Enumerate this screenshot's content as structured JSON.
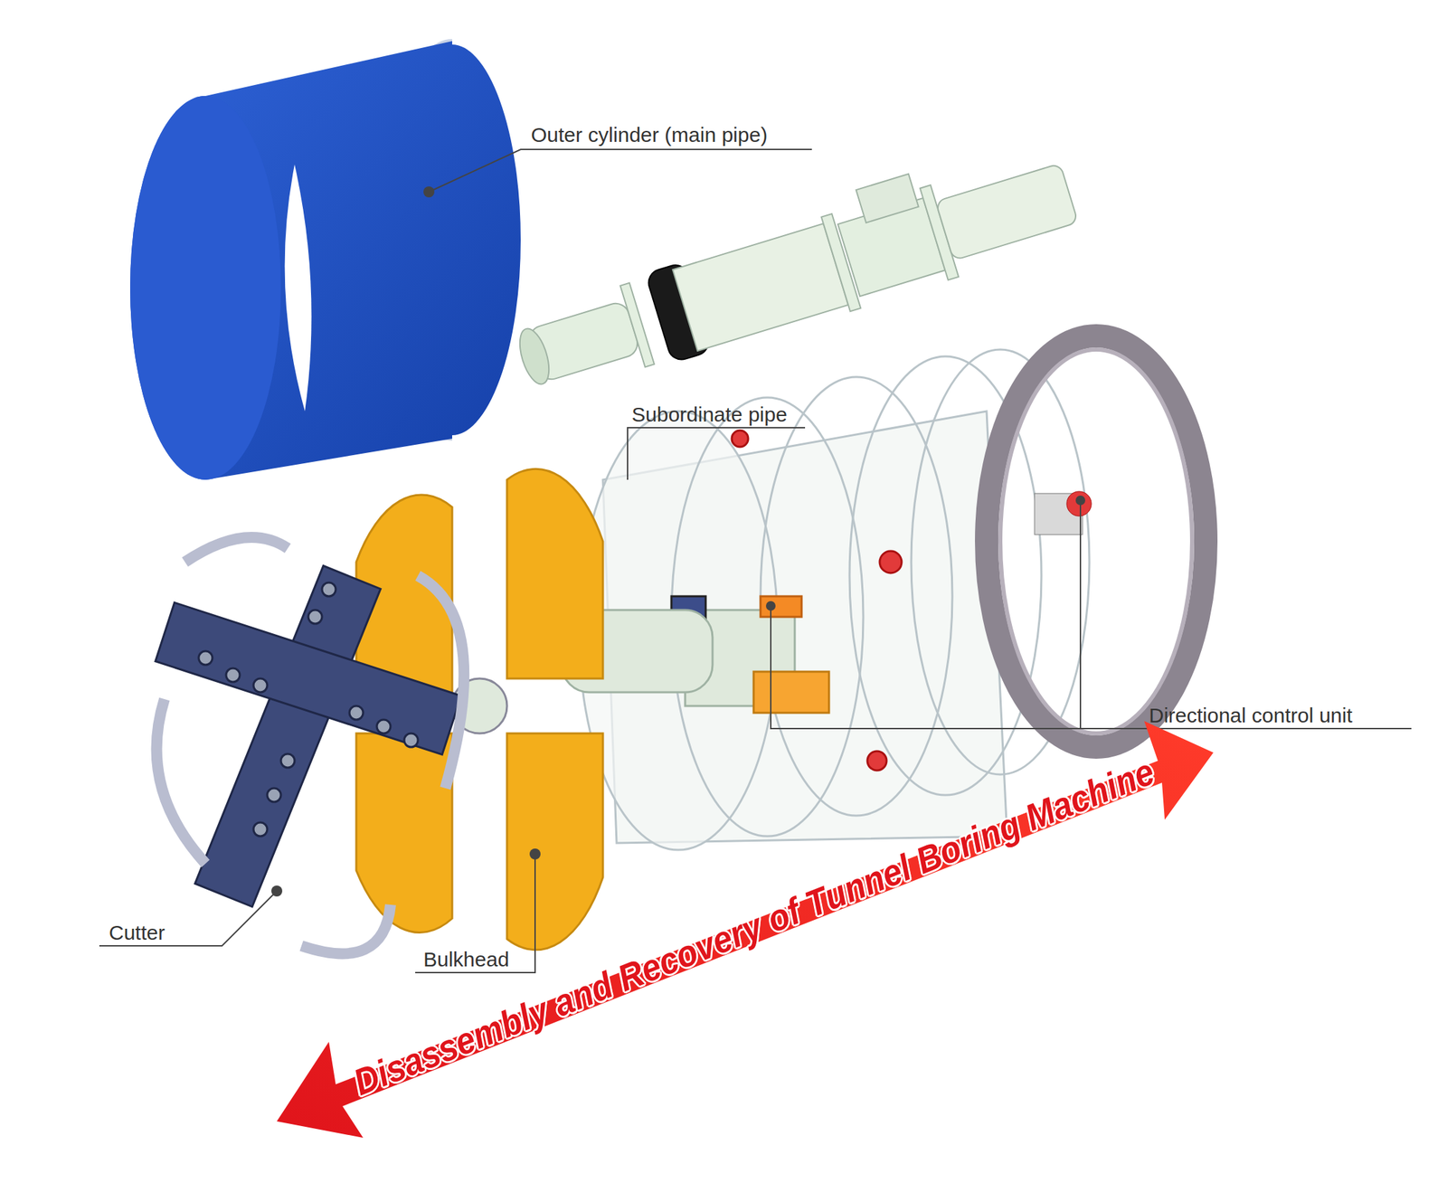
{
  "diagram": {
    "labels": [
      "Outer cylinder (main pipe)",
      "Subordinate pipe",
      "Directional control unit",
      "Cutter",
      "Bulkhead",
      "Disassembly and Recovery of Tunnel Boring Machine"
    ]
  }
}
